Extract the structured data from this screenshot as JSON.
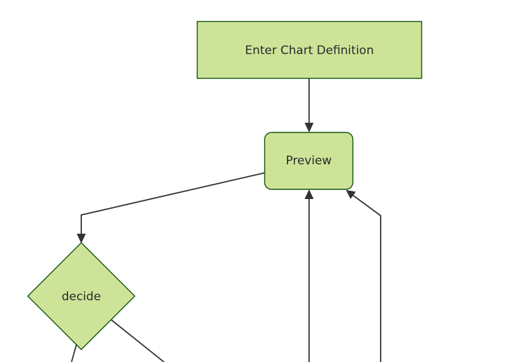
{
  "diagram": {
    "type": "flowchart",
    "direction": "top-down",
    "background": "#ffffff",
    "theme": {
      "node_fill": "#cde498",
      "node_stroke": "#13540c",
      "line_color": "#333333",
      "text_color": "#2b2b2b"
    },
    "nodes": [
      {
        "id": "enter-chart-definition",
        "shape": "rectangle",
        "label": "Enter Chart Definition"
      },
      {
        "id": "preview",
        "shape": "rounded-rectangle",
        "label": "Preview"
      },
      {
        "id": "decide",
        "shape": "diamond",
        "label": "decide"
      }
    ],
    "edges": [
      {
        "from": "enter-chart-definition",
        "to": "preview",
        "arrow": true
      },
      {
        "from": "preview",
        "to": "decide",
        "arrow": true
      },
      {
        "from": "offscreen-bottom",
        "to": "preview",
        "arrow": true
      },
      {
        "from": "offscreen-bottom-right",
        "to": "preview",
        "arrow": true
      },
      {
        "from": "decide",
        "to": "offscreen-bottom-left",
        "arrow": false
      },
      {
        "from": "decide",
        "to": "offscreen-bottom-right",
        "arrow": false
      }
    ]
  }
}
